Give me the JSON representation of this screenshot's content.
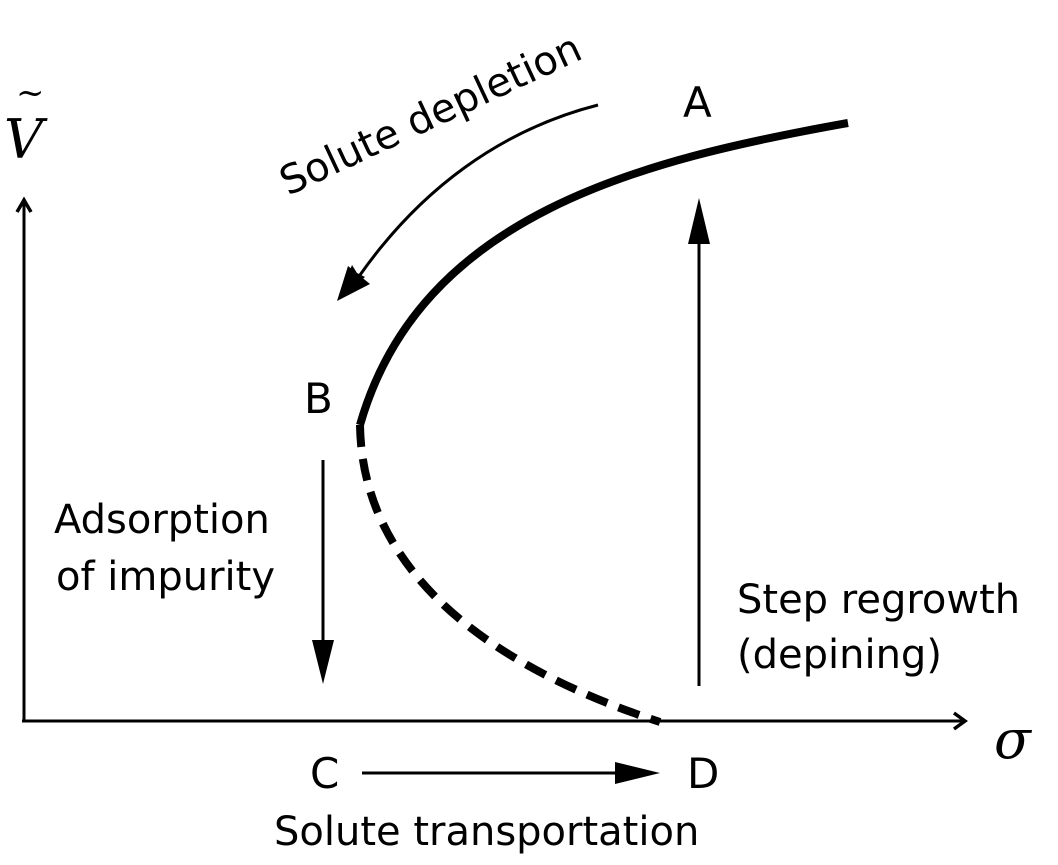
{
  "diagram": {
    "axes": {
      "y_label": "V",
      "y_label_accent": "~",
      "x_label": "σ"
    },
    "points": {
      "A": "A",
      "B": "B",
      "C": "C",
      "D": "D"
    },
    "annotations": {
      "solute_depletion": "Solute depletion",
      "adsorption_line1": "Adsorption",
      "adsorption_line2": "of impurity",
      "step_regrowth_line1": "Step regrowth",
      "step_regrowth_line2": "(depining)",
      "solute_transportation": "Solute transportation"
    },
    "curve": {
      "stable_branch": "solid",
      "unstable_branch": "dashed"
    },
    "colors": {
      "ink": "#000000",
      "background": "#ffffff"
    }
  }
}
